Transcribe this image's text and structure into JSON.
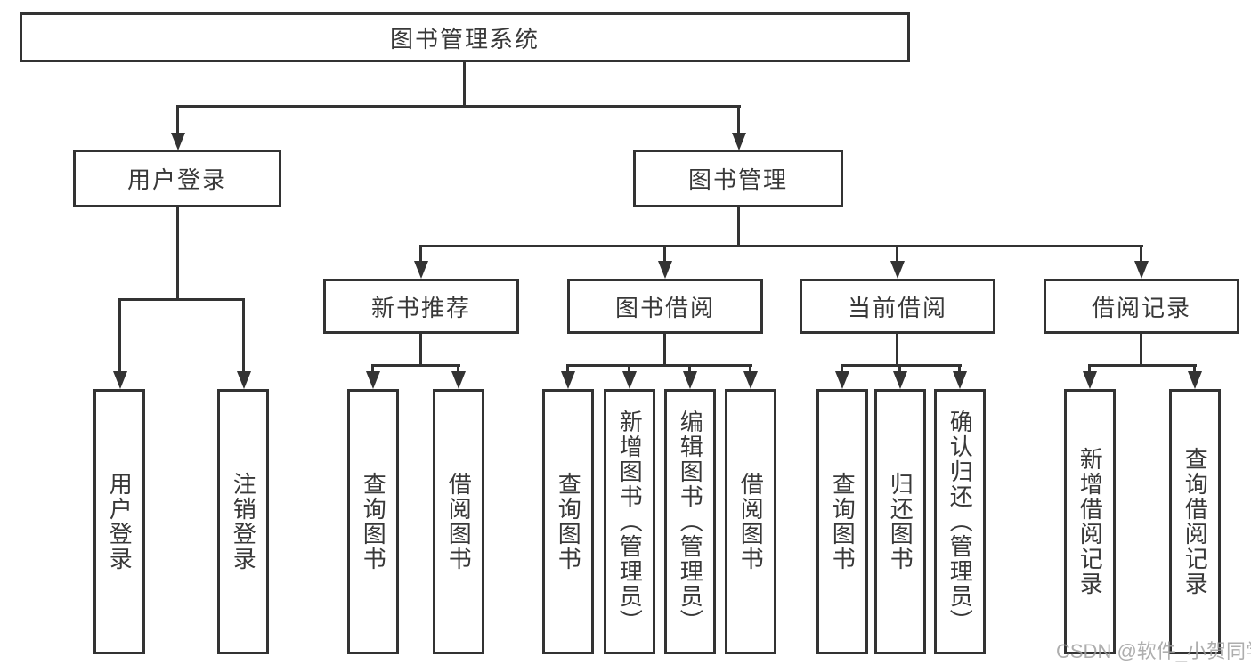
{
  "root": {
    "label": "图书管理系统"
  },
  "level2": {
    "user_login": "用户登录",
    "book_mgmt": "图书管理"
  },
  "level3": {
    "new_books": "新书推荐",
    "book_borrow": "图书借阅",
    "current_borrow": "当前借阅",
    "borrow_records": "借阅记录"
  },
  "leaves": {
    "user_login": [
      "用户登录",
      "注销登录"
    ],
    "new_books": [
      "查询图书",
      "借阅图书"
    ],
    "book_borrow": [
      "查询图书",
      "新增图书（管理员）",
      "编辑图书（管理员）",
      "借阅图书"
    ],
    "current_borrow": [
      "查询图书",
      "归还图书",
      "确认归还（管理员）"
    ],
    "borrow_records": [
      "新增借阅记录",
      "查询借阅记录"
    ]
  },
  "watermark": "CSDN @软件_小贺同学",
  "colors": {
    "line": "#333333",
    "text": "#383838",
    "box_background": "#ffffff",
    "watermark": "#a0a0a0",
    "background": "#ffffff"
  }
}
